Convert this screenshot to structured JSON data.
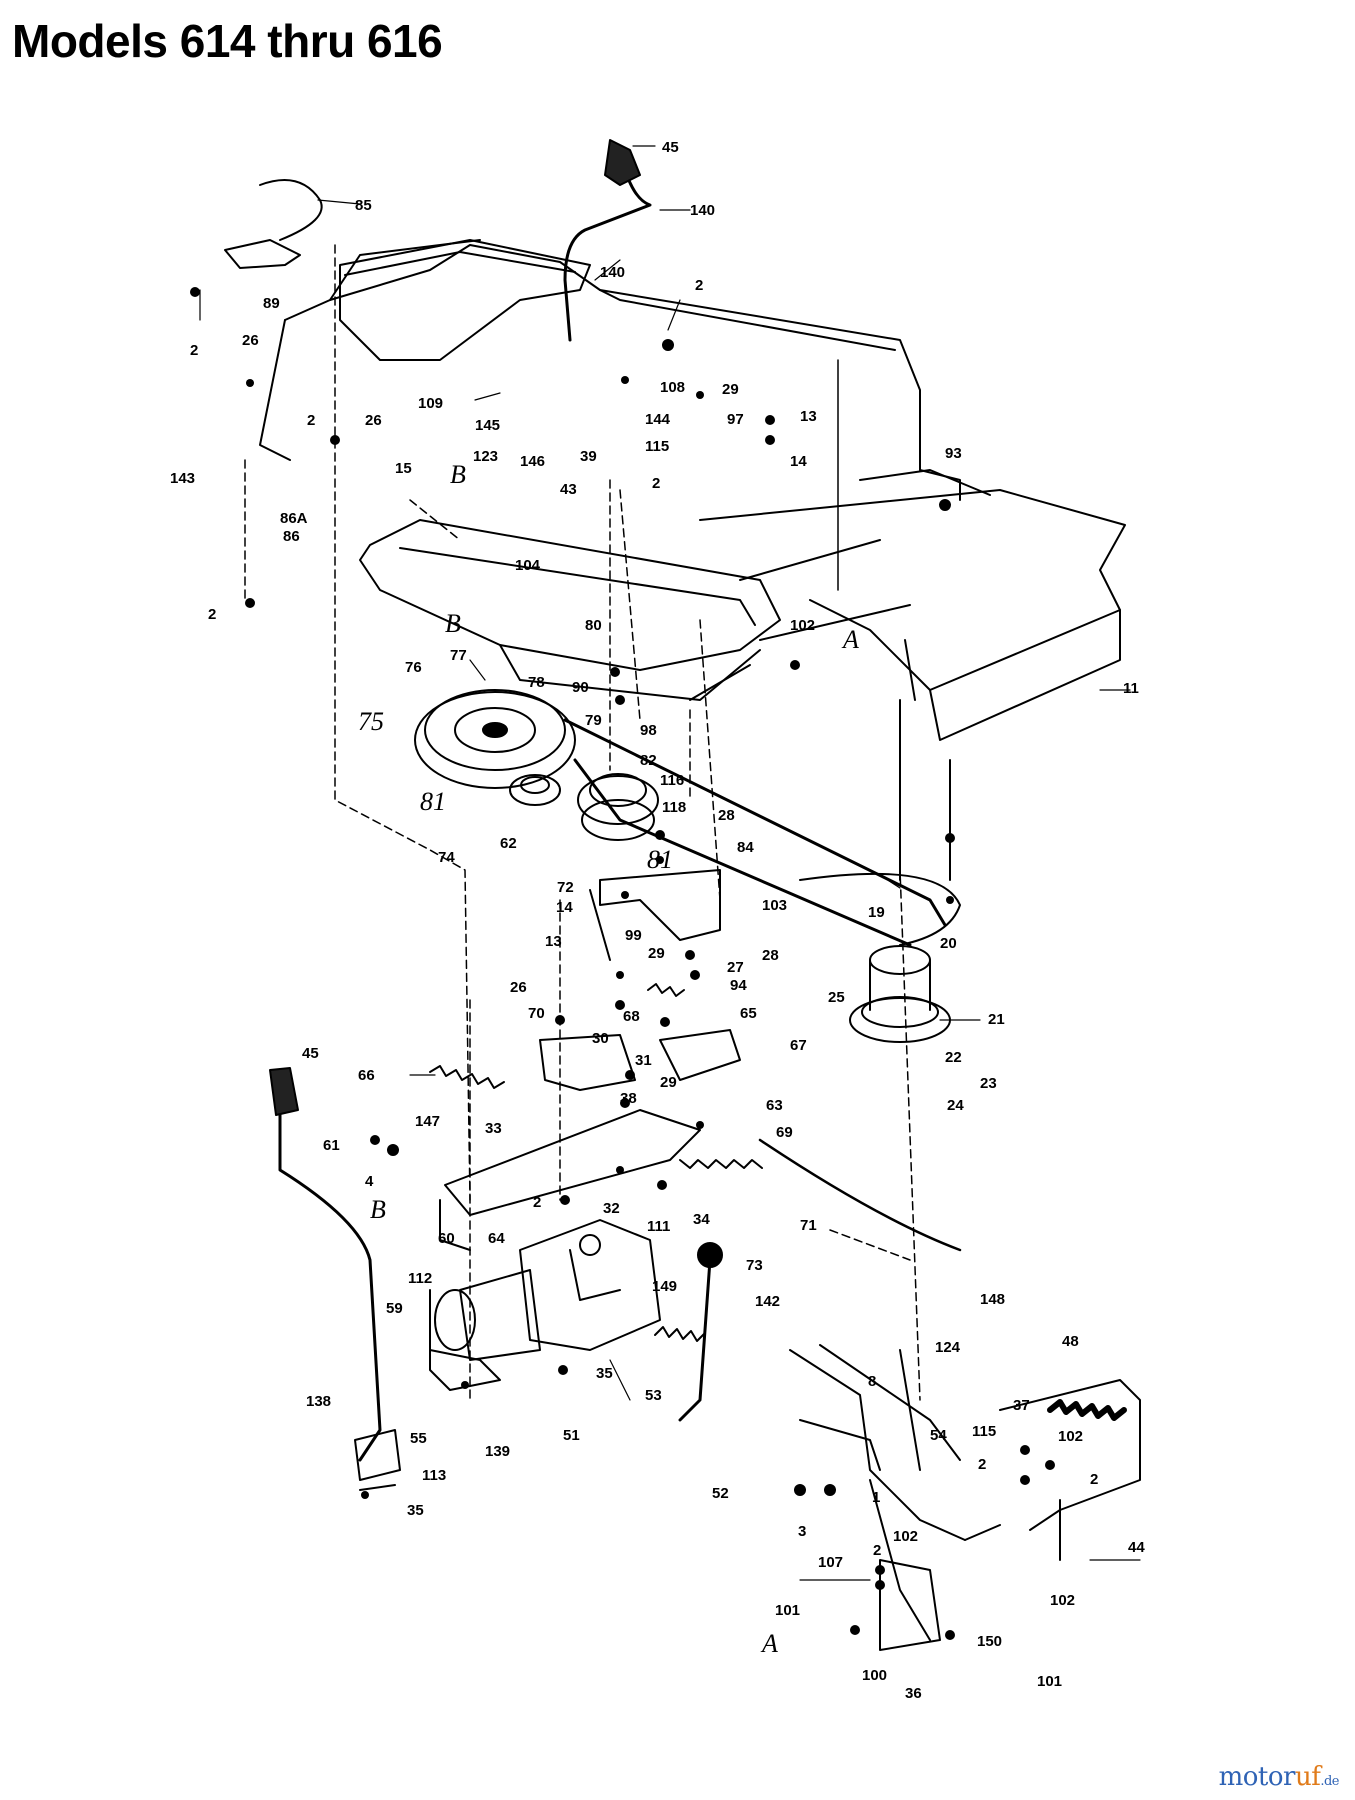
{
  "title": "Models 614 thru 616",
  "watermark": {
    "part1": "motor",
    "part2": "uf",
    "part3": ".de"
  },
  "callouts": {
    "c45a": "45",
    "c85": "85",
    "c140a": "140",
    "c140b": "140",
    "c2a": "2",
    "c89": "89",
    "c2b": "2",
    "c26a": "26",
    "c26b": "26",
    "c2c": "2",
    "c109": "109",
    "c108": "108",
    "c29a": "29",
    "c97": "97",
    "c13a": "13",
    "c145": "145",
    "c144": "144",
    "c123": "123",
    "c146": "146",
    "c39": "39",
    "c115a": "115",
    "c14a": "14",
    "c143": "143",
    "c15": "15",
    "c43": "43",
    "c2d": "2",
    "c93": "93",
    "c86a": "86A",
    "c86": "86",
    "c104": "104",
    "c2e": "2",
    "c80": "80",
    "c102a": "102",
    "c11": "11",
    "c76": "76",
    "c77": "77",
    "c78": "78",
    "c90": "90",
    "c79": "79",
    "c98": "98",
    "c82": "82",
    "c116": "116",
    "c118": "118",
    "c28a": "28",
    "c74": "74",
    "c62": "62",
    "c84": "84",
    "c72": "72",
    "c19": "19",
    "c103": "103",
    "c20": "20",
    "c14b": "14",
    "c99": "99",
    "c29b": "29",
    "c28b": "28",
    "c13b": "13",
    "c27": "27",
    "c94": "94",
    "c25": "25",
    "c26c": "26",
    "c65": "65",
    "c21": "21",
    "c70": "70",
    "c68": "68",
    "c30": "30",
    "c67": "67",
    "c45b": "45",
    "c31": "31",
    "c22": "22",
    "c66": "66",
    "c29c": "29",
    "c23": "23",
    "c38": "38",
    "c24": "24",
    "c63": "63",
    "c147": "147",
    "c33": "33",
    "c69": "69",
    "c61": "61",
    "c4": "4",
    "c2f": "2",
    "c32": "32",
    "c34": "34",
    "c71": "71",
    "c64": "64",
    "c111": "111",
    "c60": "60",
    "c73": "73",
    "c112": "112",
    "c149": "149",
    "c142": "142",
    "c148": "148",
    "c59": "59",
    "c35a": "35",
    "c124": "124",
    "c48": "48",
    "c53": "53",
    "c8": "8",
    "c138": "138",
    "c51": "51",
    "c37": "37",
    "c139": "139",
    "c55": "55",
    "c54": "54",
    "c115b": "115",
    "c102b": "102",
    "c113": "113",
    "c2g": "2",
    "c2h": "2",
    "c52": "52",
    "c35b": "35",
    "c1": "1",
    "c3": "3",
    "c44": "44",
    "c102c": "102",
    "c107": "107",
    "c2i": "2",
    "c102d": "102",
    "c101a": "101",
    "c150": "150",
    "c100": "100",
    "c36": "36",
    "c101b": "101"
  },
  "italic_labels": {
    "b1": "B",
    "b2": "B",
    "b3": "B",
    "a1": "A",
    "a2": "A",
    "n75": "75",
    "n81a": "81",
    "n81b": "81"
  }
}
